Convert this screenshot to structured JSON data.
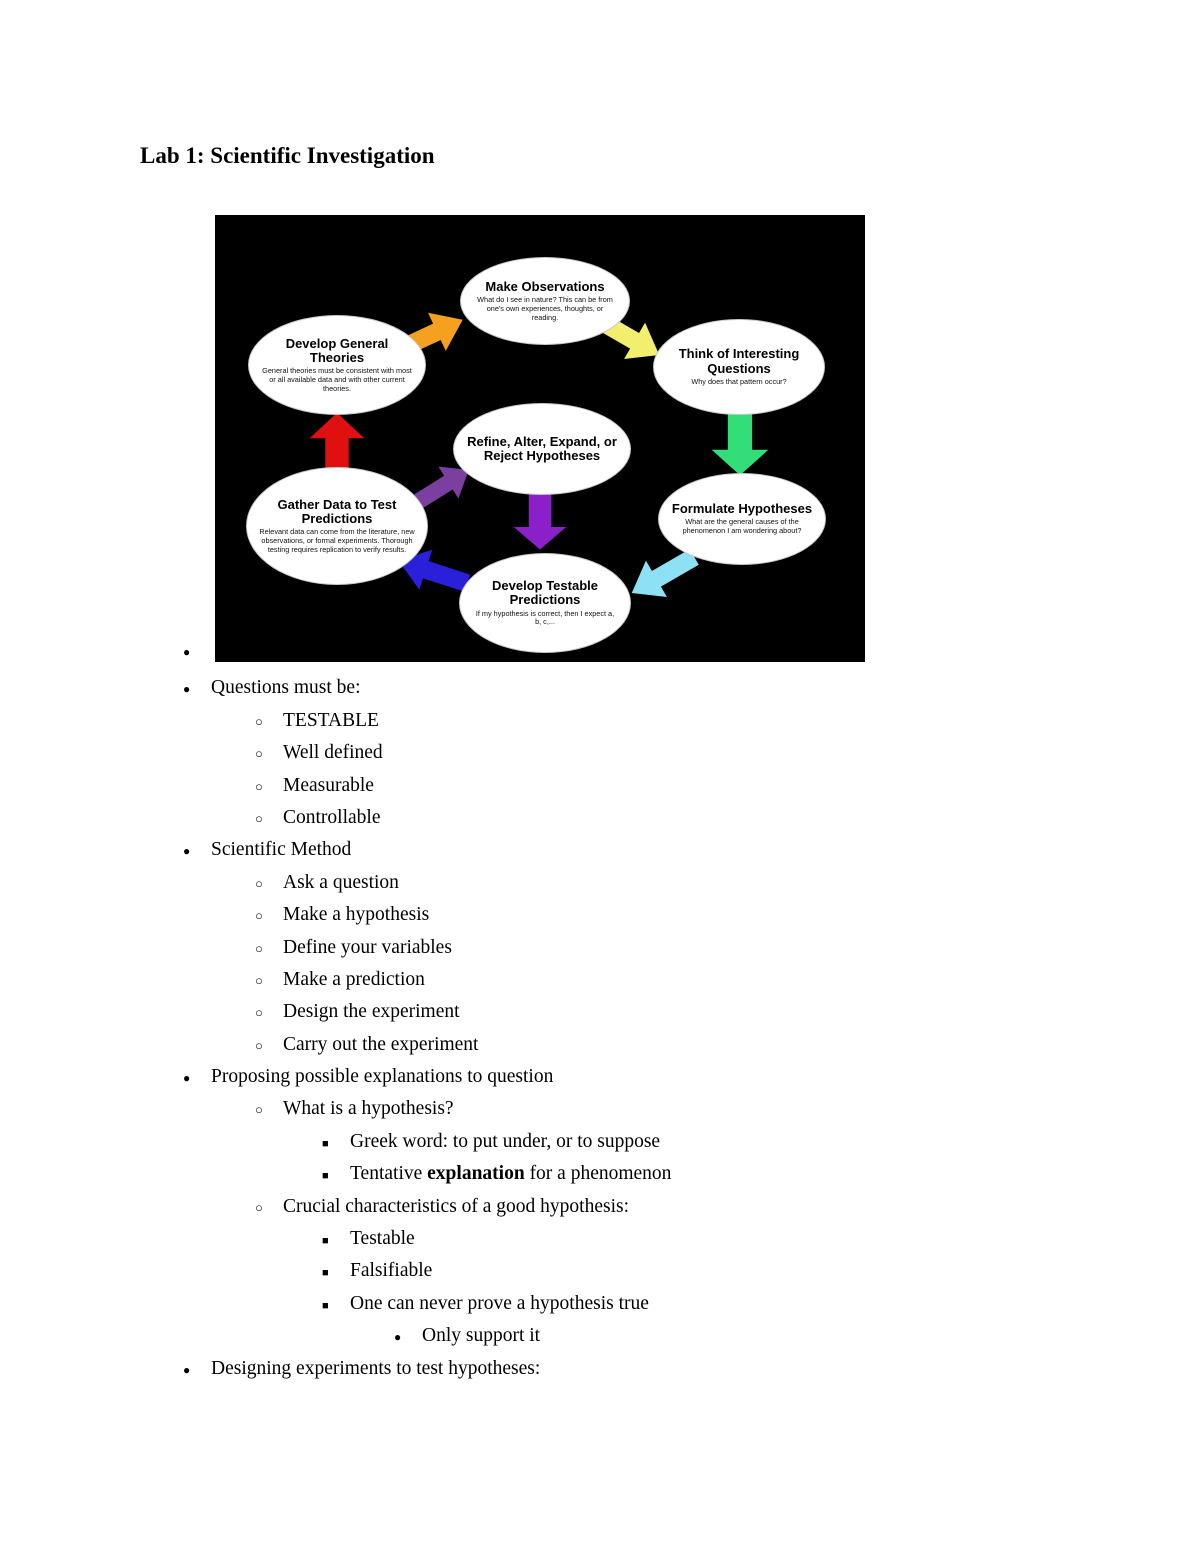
{
  "page": {
    "title": "Lab 1: Scientific Investigation"
  },
  "diagram": {
    "background": "#000000",
    "nodes": [
      {
        "id": "make-observations",
        "title": "Make Observations",
        "subtitle": "What do I see in nature? This can be from one's own experiences, thoughts, or reading."
      },
      {
        "id": "think-questions",
        "title": "Think of Interesting Questions",
        "subtitle": "Why does that pattern occur?"
      },
      {
        "id": "formulate-hypotheses",
        "title": "Formulate Hypotheses",
        "subtitle": "What are the general causes of the phenomenon I am wondering about?"
      },
      {
        "id": "develop-predictions",
        "title": "Develop Testable Predictions",
        "subtitle": "If my hypothesis is correct, then I expect a, b, c,..."
      },
      {
        "id": "gather-data",
        "title": "Gather Data to Test Predictions",
        "subtitle": "Relevant data can come from the literature, new observations, or formal experiments. Thorough testing requires replication to verify results."
      },
      {
        "id": "develop-theories",
        "title": "Develop General Theories",
        "subtitle": "General theories must be consistent with most or all available data and with other current theories."
      },
      {
        "id": "refine-hypotheses",
        "title": "Refine, Alter, Expand, or Reject Hypotheses",
        "subtitle": ""
      }
    ],
    "arrows": [
      {
        "id": "theories-to-observations",
        "color": "#F5A01E"
      },
      {
        "id": "observations-to-questions",
        "color": "#F2EE6E"
      },
      {
        "id": "questions-to-hypotheses",
        "color": "#33DD77"
      },
      {
        "id": "hypotheses-to-predictions",
        "color": "#8EE0F5"
      },
      {
        "id": "predictions-to-data",
        "color": "#2B20D9"
      },
      {
        "id": "data-to-theories",
        "color": "#E01010"
      },
      {
        "id": "data-to-refine",
        "color": "#7B3FA0"
      },
      {
        "id": "refine-to-predictions",
        "color": "#8B20C8"
      }
    ]
  },
  "bullets": {
    "1": "●",
    "2": "○",
    "3": "■",
    "4": "●"
  },
  "notes": [
    {
      "level": 1,
      "segments": []
    },
    {
      "level": 1,
      "segments": [
        {
          "text": "Questions must be:"
        }
      ]
    },
    {
      "level": 2,
      "segments": [
        {
          "text": "TESTABLE"
        }
      ]
    },
    {
      "level": 2,
      "segments": [
        {
          "text": "Well defined"
        }
      ]
    },
    {
      "level": 2,
      "segments": [
        {
          "text": "Measurable"
        }
      ]
    },
    {
      "level": 2,
      "segments": [
        {
          "text": "Controllable"
        }
      ]
    },
    {
      "level": 1,
      "segments": [
        {
          "text": "Scientific Method"
        }
      ]
    },
    {
      "level": 2,
      "segments": [
        {
          "text": "Ask a question"
        }
      ]
    },
    {
      "level": 2,
      "segments": [
        {
          "text": "Make a hypothesis"
        }
      ]
    },
    {
      "level": 2,
      "segments": [
        {
          "text": "Define your variables"
        }
      ]
    },
    {
      "level": 2,
      "segments": [
        {
          "text": "Make a prediction"
        }
      ]
    },
    {
      "level": 2,
      "segments": [
        {
          "text": "Design the experiment"
        }
      ]
    },
    {
      "level": 2,
      "segments": [
        {
          "text": "Carry out the experiment"
        }
      ]
    },
    {
      "level": 1,
      "segments": [
        {
          "text": "Proposing possible explanations to question"
        }
      ]
    },
    {
      "level": 2,
      "segments": [
        {
          "text": "What is a hypothesis?"
        }
      ]
    },
    {
      "level": 3,
      "segments": [
        {
          "text": "Greek word: to put under, or to suppose"
        }
      ]
    },
    {
      "level": 3,
      "segments": [
        {
          "text": "Tentative "
        },
        {
          "text": "explanation",
          "bold": true
        },
        {
          "text": " for a phenomenon"
        }
      ]
    },
    {
      "level": 2,
      "segments": [
        {
          "text": "Crucial characteristics of a good hypothesis:"
        }
      ]
    },
    {
      "level": 3,
      "segments": [
        {
          "text": "Testable"
        }
      ]
    },
    {
      "level": 3,
      "segments": [
        {
          "text": "Falsifiable"
        }
      ]
    },
    {
      "level": 3,
      "segments": [
        {
          "text": "One can never prove a hypothesis true"
        }
      ]
    },
    {
      "level": 4,
      "segments": [
        {
          "text": "Only support it"
        }
      ]
    },
    {
      "level": 1,
      "segments": [
        {
          "text": "Designing experiments to test hypotheses:"
        }
      ]
    }
  ]
}
